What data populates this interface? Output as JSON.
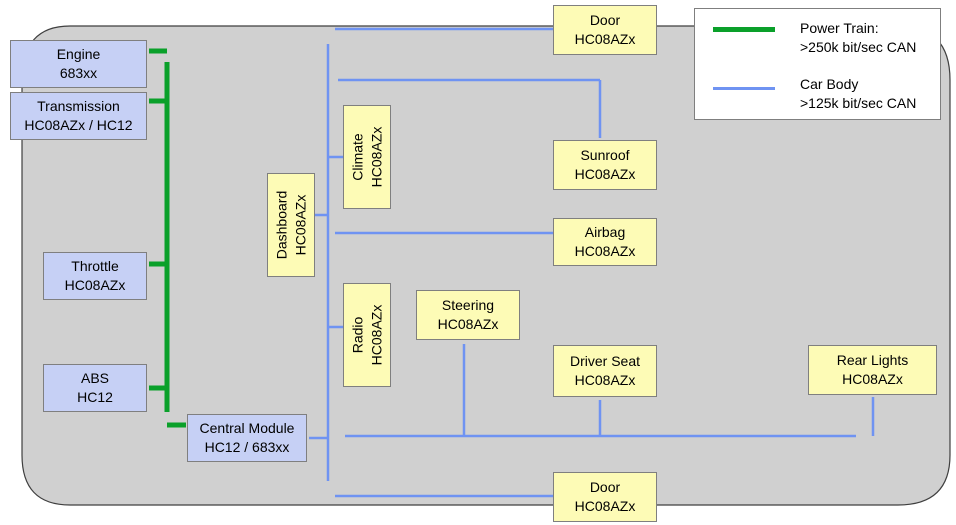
{
  "legend": {
    "power_train": {
      "line1": "Power Train:",
      "line2": ">250k bit/sec CAN",
      "color": "#0aa02a"
    },
    "car_body": {
      "line1": "Car Body",
      "line2": ">125k bit/sec CAN",
      "color": "#6f93f2"
    }
  },
  "modules": {
    "engine": {
      "name": "Engine",
      "chip": "683xx"
    },
    "transmission": {
      "name": "Transmission",
      "chip": "HC08AZx / HC12"
    },
    "throttle": {
      "name": "Throttle",
      "chip": "HC08AZx"
    },
    "abs": {
      "name": "ABS",
      "chip": "HC12"
    },
    "central": {
      "name": "Central Module",
      "chip": "HC12 / 683xx"
    },
    "dashboard": {
      "name": "Dashboard",
      "chip": "HC08AZx"
    },
    "climate": {
      "name": "Climate",
      "chip": "HC08AZx"
    },
    "radio": {
      "name": "Radio",
      "chip": "HC08AZx"
    },
    "door_top": {
      "name": "Door",
      "chip": "HC08AZx"
    },
    "sunroof": {
      "name": "Sunroof",
      "chip": "HC08AZx"
    },
    "airbag": {
      "name": "Airbag",
      "chip": "HC08AZx"
    },
    "steering": {
      "name": "Steering",
      "chip": "HC08AZx"
    },
    "driver_seat": {
      "name": "Driver Seat",
      "chip": "HC08AZx"
    },
    "rear_lights": {
      "name": "Rear Lights",
      "chip": "HC08AZx"
    },
    "door_bottom": {
      "name": "Door",
      "chip": "HC08AZx"
    }
  },
  "colors": {
    "car_outline_fill": "#d0d0d0",
    "power_bus": "#0aa02a",
    "body_bus": "#6f93f2"
  }
}
